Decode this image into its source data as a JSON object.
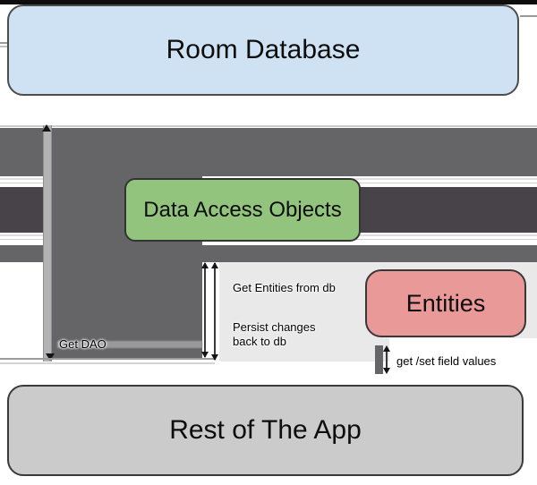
{
  "diagram": {
    "nodes": {
      "room_database": {
        "label": "Room Database",
        "fill": "#cfe2f3"
      },
      "data_access_objects": {
        "label": "Data Access Objects",
        "fill": "#93c47d"
      },
      "entities": {
        "label": "Entities",
        "fill": "#ea9999"
      },
      "rest_of_app": {
        "label": "Rest of The App",
        "fill": "#cbcbcb"
      }
    },
    "edge_labels": {
      "get_dao": "Get DAO",
      "get_entities_from_db": "Get Entities from db",
      "persist_changes": "Persist changes\nback to db",
      "get_set_field_values": "get /set field values"
    },
    "colors": {
      "canvas_top_bar": "#0d0d0d",
      "thick_arrow_gray": "#656568",
      "thick_arrow_dark": "#484349",
      "arrow_shaft_light": "#b3b3b3",
      "panel_gray": "#e9e9e9",
      "strip_gray": "#9a9a9a"
    }
  }
}
